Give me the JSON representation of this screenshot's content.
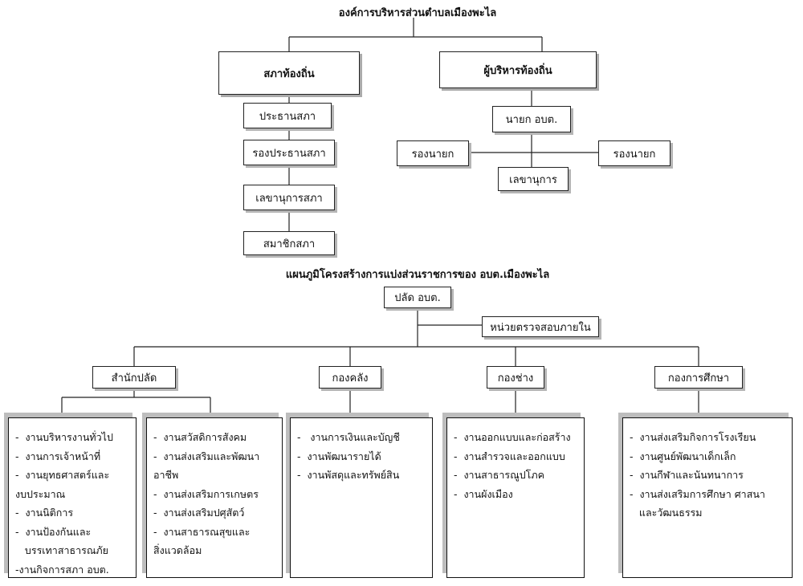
{
  "title_top": "องค์การบริหารส่วนตำบลเมืองพะไล",
  "council": {
    "head": "สภาท้องถิ่น",
    "items": [
      "ประธานสภา",
      "รองประธานสภา",
      "เลขานุการสภา",
      "สมาชิกสภา"
    ]
  },
  "executive": {
    "head": "ผู้บริหารท้องถิ่น",
    "mayor": "นายก อบต.",
    "deputy_left": "รองนายก",
    "deputy_right": "รองนายก",
    "secretary": "เลขานุการ"
  },
  "title_bottom": "แผนภูมิโครงสร้างการแบ่งส่วนราชการของ อบต.เมืองพะไล",
  "palad": "ปลัด อบต.",
  "audit": "หน่วยตรวจสอบภายใน",
  "divisions": [
    "สำนักปลัด",
    "กองคลัง",
    "กองช่าง",
    "กองการศึกษา"
  ],
  "lists": [
    [
      "-  งานบริหารงานทั่วไป",
      "-  งานการเจ้าหน้าที่",
      "-  งานยุทธศาสตร์และ",
      "งบประมาณ",
      "-  งานนิติการ",
      "-  งานป้องกันและ",
      "   บรรเทาสาธารณภัย",
      "-งานกิจการสภา อบต."
    ],
    [
      "-  งานสวัสดิการสังคม",
      "-  งานส่งเสริมและพัฒนา",
      "อาชีพ",
      "-  งานส่งเสริมการเกษตร",
      "-  งานส่งเสริมปศุสัตว์",
      "-  งานสาธารณสุขและ",
      "สิ่งแวดล้อม"
    ],
    [
      "-   งานการเงินและบัญชี",
      "-  งานพัฒนารายได้",
      "-  งานพัสดุและทรัพย์สิน"
    ],
    [
      "-  งานออกแบบและก่อสร้าง",
      "-  งานสำรวจและออกแบบ",
      "-  งานสาธารณูปโภค",
      "-  งานผังเมือง"
    ],
    [
      "-  งานส่งเสริมกิจการโรงเรียน",
      "-  งานศูนย์พัฒนาเด็กเล็ก",
      "-  งานกีฬาและนันทนาการ",
      "-  งานส่งเสริมการศึกษา ศาสนา",
      "   และวัฒนธรรม"
    ]
  ]
}
